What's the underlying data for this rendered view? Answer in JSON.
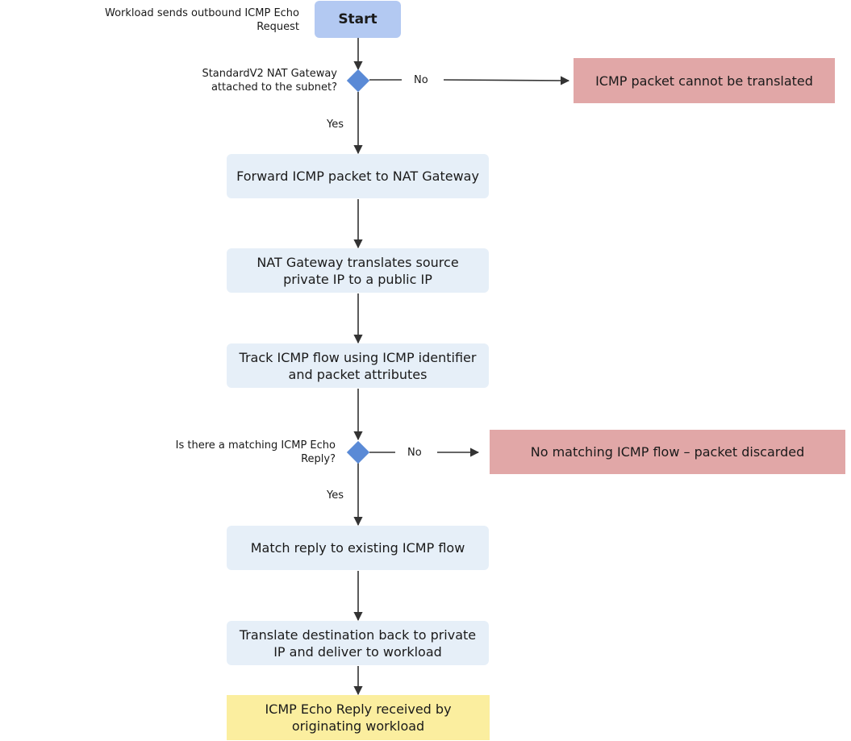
{
  "nodes": {
    "start": {
      "label": "Start",
      "annotation": "Workload sends outbound ICMP Echo Request"
    },
    "decision_nat": {
      "question": "StandardV2 NAT Gateway attached to the subnet?",
      "no_label": "No",
      "yes_label": "Yes"
    },
    "cannot_translate": {
      "label": "ICMP packet cannot be translated"
    },
    "forward": {
      "label": "Forward ICMP packet to NAT Gateway"
    },
    "translate_source": {
      "label": "NAT Gateway translates source private IP to a public IP"
    },
    "track_flow": {
      "label": "Track ICMP flow using ICMP identifier and packet attributes"
    },
    "decision_reply": {
      "question": "Is there a matching ICMP Echo Reply?",
      "no_label": "No",
      "yes_label": "Yes"
    },
    "discarded": {
      "label": "No matching ICMP flow – packet discarded"
    },
    "match_reply": {
      "label": "Match reply to existing ICMP flow"
    },
    "translate_dest": {
      "label": "Translate destination back to private IP and deliver to workload"
    },
    "received": {
      "label": "ICMP Echo Reply received by originating workload"
    }
  },
  "colors": {
    "start": "#b3c9f2",
    "process": "#e6eff8",
    "error": "#e1a7a7",
    "end": "#fbee9f",
    "decision": "#5a8ad6",
    "connector": "#333333"
  }
}
